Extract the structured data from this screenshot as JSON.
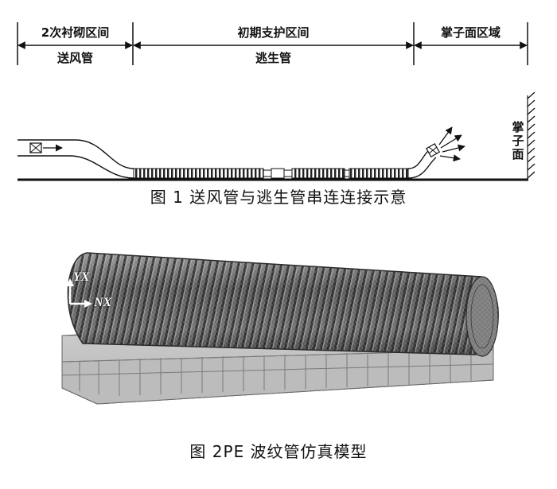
{
  "figure1": {
    "zones": [
      {
        "top_label": "2次衬砌区间",
        "bottom_label": "送风管"
      },
      {
        "top_label": "初期支护区间",
        "bottom_label": "逃生管"
      },
      {
        "top_label": "掌子面区域",
        "bottom_label": ""
      }
    ],
    "face_label_chars": [
      "掌",
      "子",
      "面"
    ],
    "caption": "图 1 送风管与逃生管串连连接示意"
  },
  "figure2": {
    "axis_y_label": "YX",
    "axis_x_label": "NX",
    "caption": "图 2PE 波纹管仿真模型"
  }
}
